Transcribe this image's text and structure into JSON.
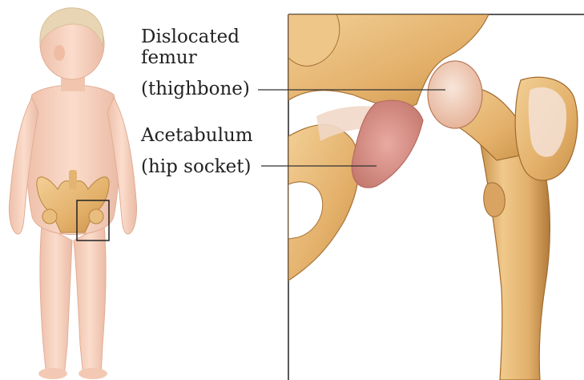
{
  "labels": {
    "femur": [
      "Dislocated",
      "femur",
      "(thighbone)"
    ],
    "acetabulum": [
      "Acetabulum",
      "(hip socket)"
    ]
  },
  "colors": {
    "skin": "#f7d2bf",
    "skin_shadow": "#e9b79f",
    "hair": "#e6d2b0",
    "bone": "#e7bb78",
    "bone_dark": "#b98442",
    "cartilage": "#f0d6c6",
    "socket": "#d98f8a",
    "line": "#333333"
  },
  "icons": [
    "child-figure",
    "hip-detail-illustration"
  ]
}
